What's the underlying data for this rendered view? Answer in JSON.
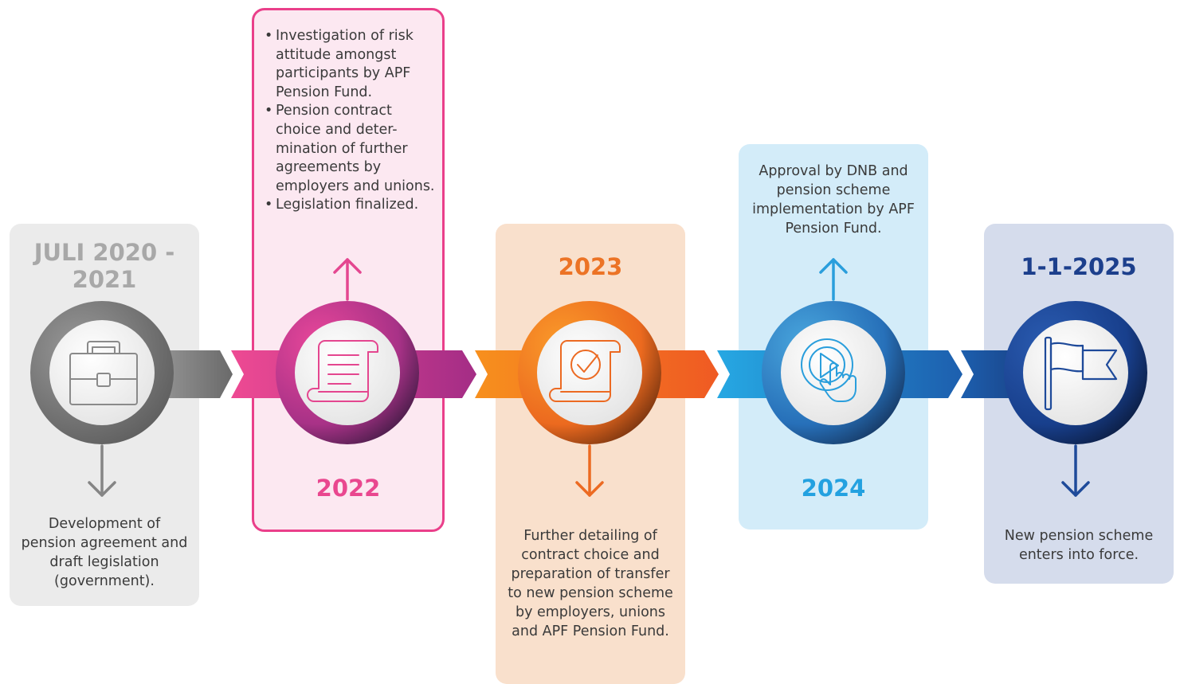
{
  "steps": [
    {
      "id": "2020",
      "title": "JULI 2020 -\n2021",
      "title_color": "#a8a8a8",
      "panel_color": "#ebebeb",
      "icon": "briefcase-icon",
      "arrow": "down",
      "description": "Development of pension agreement and draft legislation (government)."
    },
    {
      "id": "2022",
      "title": "2022",
      "title_color": "#e9478f",
      "panel_color": "#fce8f1",
      "border_color": "#ea3f8a",
      "icon": "scroll-document-icon",
      "arrow": "up",
      "bullets": [
        "Investigation of risk attitude amongst participants by APF Pension Fund.",
        "Pension contract choice and deter- mination of further agreements by employers and unions.",
        "Legislation finalized."
      ]
    },
    {
      "id": "2023",
      "title": "2023",
      "title_color": "#ec7325",
      "panel_color": "#f9e0cc",
      "icon": "scroll-checkmark-icon",
      "arrow": "down",
      "description": "Further detailing of contract choice and preparation of transfer to new pension scheme by employers, unions and APF Pension Fund."
    },
    {
      "id": "2024",
      "title": "2024",
      "title_color": "#23a1e0",
      "panel_color": "#d3ecf9",
      "icon": "click-hand-icon",
      "arrow": "up",
      "description": "Approval by DNB and pension scheme implementation by APF Pension Fund."
    },
    {
      "id": "2025",
      "title": "1-1-2025",
      "title_color": "#1c3f8c",
      "panel_color": "#d5dcec",
      "icon": "flag-icon",
      "arrow": "down",
      "description": "New pension scheme enters into force."
    }
  ]
}
